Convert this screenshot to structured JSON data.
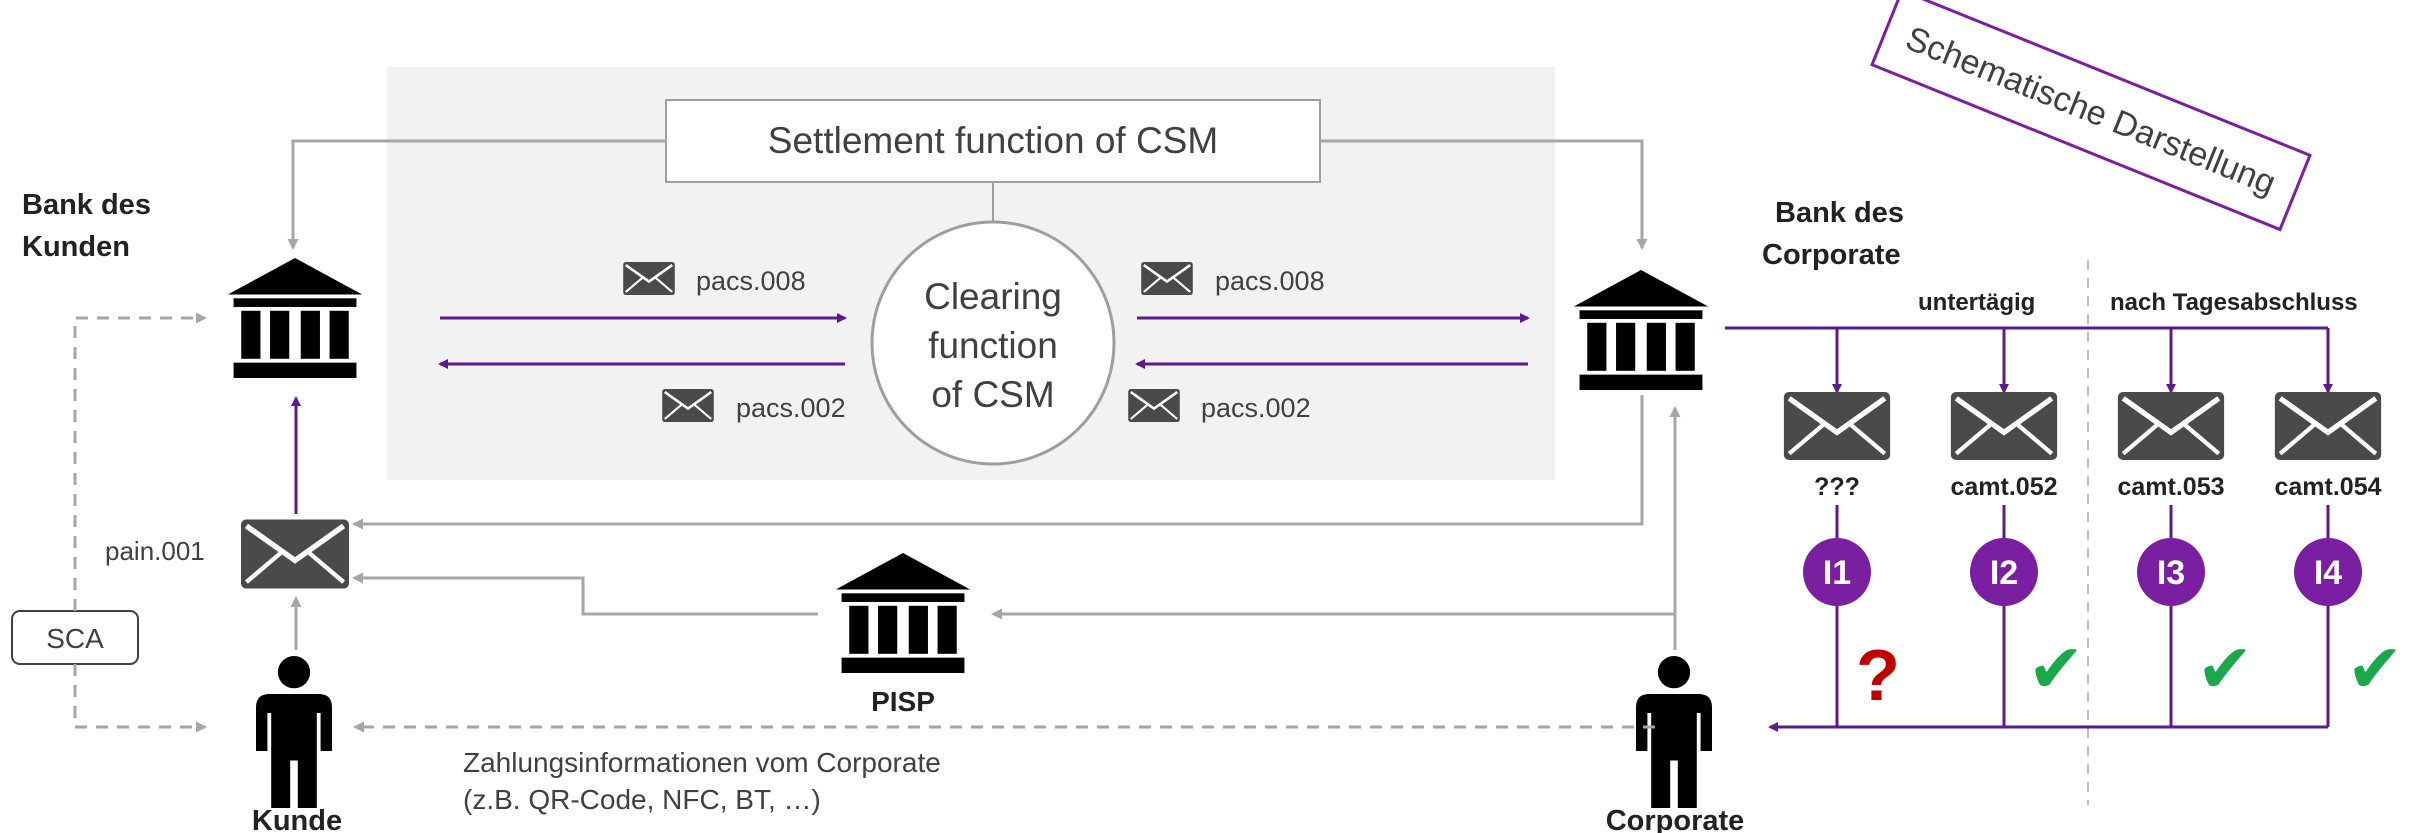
{
  "stamp": {
    "text": "Schematische Darstellung",
    "color": "#7b1fa2"
  },
  "settlement": {
    "label": "Settlement function of CSM"
  },
  "clearing": {
    "line1": "Clearing",
    "line2": "function",
    "line3": "of CSM"
  },
  "messages": {
    "left_top": "pacs.008",
    "left_bottom": "pacs.002",
    "right_top": "pacs.008",
    "right_bottom": "pacs.002",
    "pain": "pain.001"
  },
  "banks": {
    "customer_bank_line1": "Bank des",
    "customer_bank_line2": "Kunden",
    "corporate_bank_line1": "Bank des",
    "corporate_bank_line2": "Corporate",
    "pisp": "PISP"
  },
  "actors": {
    "customer": "Kunde",
    "corporate": "Corporate",
    "sca": "SCA"
  },
  "payment_info": {
    "line1": "Zahlungsinformationen vom Corporate",
    "line2": "(z.B. QR-Code, NFC, BT, …)"
  },
  "timing": {
    "intraday": "untertägig",
    "end_of_day": "nach Tagesabschluss"
  },
  "reports": [
    {
      "message": "???",
      "badge": "I1",
      "status": "?"
    },
    {
      "message": "camt.052",
      "badge": "I2",
      "status": "✔"
    },
    {
      "message": "camt.053",
      "badge": "I3",
      "status": "✔"
    },
    {
      "message": "camt.054",
      "badge": "I4",
      "status": "✔"
    }
  ],
  "colors": {
    "purple": "#5c1a8c",
    "badge": "#7b1fa2",
    "grey_arrow": "#a6a6a6",
    "envelope": "#4a4a4a",
    "check": "#1aa84a",
    "question": "#c00000",
    "panel": "#f2f2f2"
  }
}
